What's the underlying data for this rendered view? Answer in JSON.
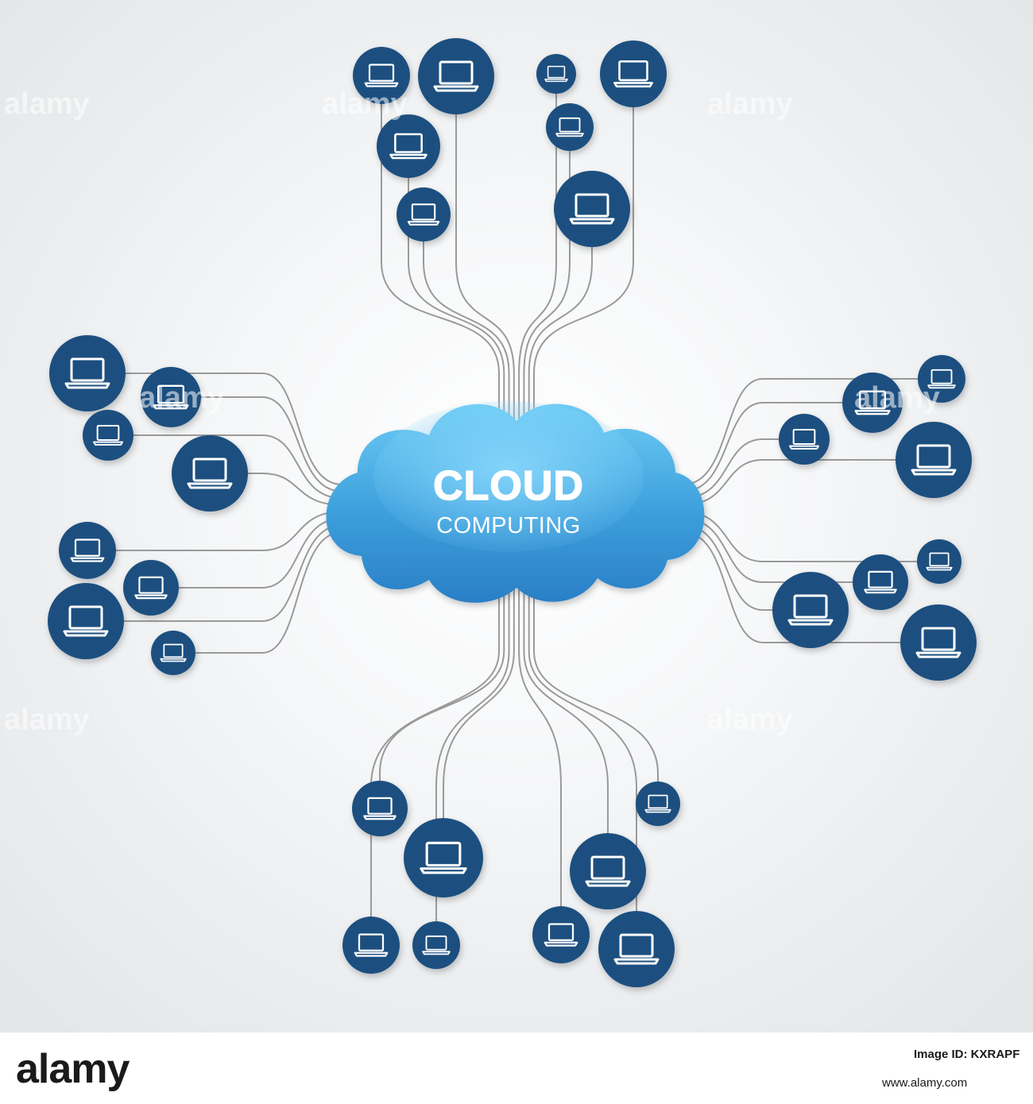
{
  "diagram": {
    "title": "CLOUD",
    "subtitle": "COMPUTING",
    "node_icon": "laptop-icon",
    "colors": {
      "node_fill": "#1e4f7f",
      "icon_stroke": "#ffffff",
      "line": "#9a9a9a",
      "cloud_light": "#62c4f2",
      "cloud_dark": "#2f8ad0"
    }
  },
  "watermark": {
    "text": "alamy"
  },
  "footer": {
    "logo": "alamy",
    "image_id": "Image ID: KXRAPF",
    "url": "www.alamy.com"
  }
}
